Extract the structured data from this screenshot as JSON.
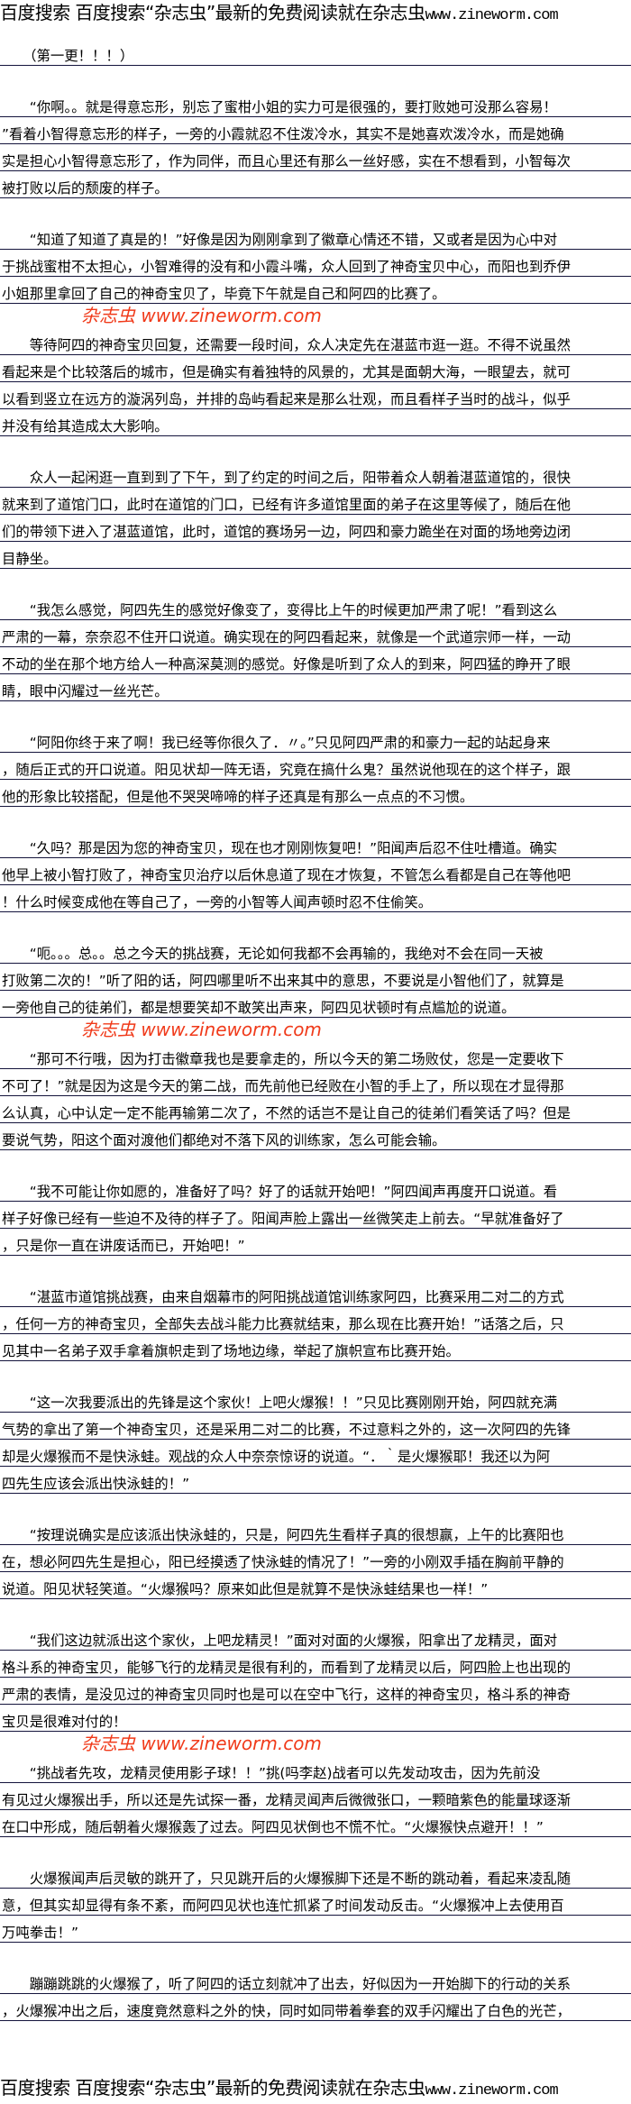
{
  "banner": {
    "text": "百度搜索 百度搜索“杂志虫”最新的免费阅读就在杂志虫",
    "url": "www.zineworm.com"
  },
  "watermark": "杂志虫 www.zineworm.com",
  "colors": {
    "rule": "#14143c",
    "watermark": "#f03a1a"
  },
  "paragraphs": [
    {
      "lines": [
        "　　（第一更！！！）"
      ]
    },
    {
      "lines": [
        "　　“你啊。。就是得意忘形，别忘了蜜柑小姐的实力可是很强的，要打败她可没那么容易！",
        "”看着小智得意忘形的样子，一旁的小霞就忍不住泼冷水，其实不是她喜欢泼冷水，而是她确",
        "实是担心小智得意忘形了，作为同伴，而且心里还有那么一丝好感，实在不想看到，小智每次",
        "被打败以后的颓废的样子。"
      ]
    },
    {
      "lines": [
        "　　“知道了知道了真是的！”好像是因为刚刚拿到了徽章心情还不错，又或者是因为心中对",
        "于挑战蜜柑不太担心，小智难得的没有和小霞斗嘴，众人回到了神奇宝贝中心，而阳也到乔伊",
        "小姐那里拿回了自己的神奇宝贝了，毕竟下午就是自己和阿四的比赛了。"
      ]
    },
    {
      "lines": [
        "　　等待阿四的神奇宝贝回复，还需要一段时间，众人决定先在湛蓝市逛一逛。不得不说虽然",
        "看起来是个比较落后的城市，但是确实有着独特的风景的，尤其是面朝大海，一眼望去，就可",
        "以看到竖立在远方的漩涡列岛，并排的岛屿看起来是那么壮观，而且看样子当时的战斗，似乎",
        "并没有给其造成太大影响。"
      ]
    },
    {
      "lines": [
        "　　众人一起闲逛一直到到了下午，到了约定的时间之后，阳带着众人朝着湛蓝道馆的，很快",
        "就来到了道馆门口，此时在道馆的门口，已经有许多道馆里面的弟子在这里等候了，随后在他",
        "们的带领下进入了湛蓝道馆，此时，道馆的赛场另一边，阿四和豪力跪坐在对面的场地旁边闭",
        "目静坐。"
      ]
    },
    {
      "lines": [
        "　　“我怎么感觉，阿四先生的感觉好像变了，变得比上午的时候更加严肃了呢！”看到这么",
        "严肃的一幕，奈奈忍不住开口说道。确实现在的阿四看起来，就像是一个武道宗师一样，一动",
        "不动的坐在那个地方给人一种高深莫测的感觉。好像是听到了众人的到来，阿四猛的睁开了眼",
        "睛，眼中闪耀过一丝光芒。"
      ]
    },
    {
      "lines": [
        "　　“阿阳你终于来了啊！我已经等你很久了．〃。”只见阿四严肃的和豪力一起的站起身来",
        "，随后正式的开口说道。阳见状却一阵无语，究竟在搞什么鬼？虽然说他现在的这个样子，跟",
        "他的形象比较搭配，但是他不哭哭啼啼的样子还真是有那么一点点的不习惯。"
      ]
    },
    {
      "lines": [
        "　　“久吗？那是因为您的神奇宝贝，现在也才刚刚恢复吧！”阳闻声后忍不住吐槽道。确实",
        "他早上被小智打败了，神奇宝贝治疗以后休息道了现在才恢复，不管怎么看都是自己在等他吧",
        "！什么时候变成他在等自己了，一旁的小智等人闻声顿时忍不住偷笑。"
      ]
    },
    {
      "lines": [
        "　　“呃。。。总。。总之今天的挑战赛，无论如何我都不会再输的，我绝对不会在同一天被",
        "打败第二次的！”听了阳的话，阿四哪里听不出来其中的意思，不要说是小智他们了，就算是",
        "一旁他自己的徒弟们，都是想要笑却不敢笑出声来，阿四见状顿时有点尴尬的说道。"
      ]
    },
    {
      "lines": [
        "　　“那可不行哦，因为打击徽章我也是要拿走的，所以今天的第二场败仗，您是一定要收下",
        "不可了！”就是因为这是今天的第二战，而先前他已经败在小智的手上了，所以现在才显得那",
        "么认真，心中认定一定不能再输第二次了，不然的话岂不是让自己的徒弟们看笑话了吗？但是",
        "要说气势，阳这个面对渡他们都绝对不落下风的训练家，怎么可能会输。"
      ]
    },
    {
      "lines": [
        "　　“我不可能让你如愿的，准备好了吗？好了的话就开始吧！”阿四闻声再度开口说道。看",
        "样子好像已经有一些迫不及待的样子了。阳闻声脸上露出一丝微笑走上前去。“早就准备好了",
        "，只是你一直在讲废话而已，开始吧！”"
      ]
    },
    {
      "lines": [
        "　　“湛蓝市道馆挑战赛，由来自烟幕市的阿阳挑战道馆训练家阿四，比赛采用二对二的方式",
        "，任何一方的神奇宝贝，全部失去战斗能力比赛就结束，那么现在比赛开始！”话落之后，只",
        "见其中一名弟子双手拿着旗帜走到了场地边缘，举起了旗帜宣布比赛开始。"
      ]
    },
    {
      "lines": [
        "　　“这一次我要派出的先锋是这个家伙！上吧火爆猴！！”只见比赛刚刚开始，阿四就充满",
        "气势的拿出了第一个神奇宝贝，还是采用二对二的比赛，不过意料之外的，这一次阿四的先锋",
        "却是火爆猴而不是快泳蛙。观战的众人中奈奈惊讶的说道。“．｀是火爆猴耶！我还以为阿",
        "四先生应该会派出快泳蛙的！”"
      ]
    },
    {
      "lines": [
        "　　“按理说确实是应该派出快泳蛙的，只是，阿四先生看样子真的很想赢，上午的比赛阳也",
        "在，想必阿四先生是担心，阳已经摸透了快泳蛙的情况了！”一旁的小刚双手插在胸前平静的",
        "说道。阳见状轻笑道。“火爆猴吗？原来如此但是就算不是快泳蛙结果也一样！”"
      ]
    },
    {
      "lines": [
        "　　“我们这边就派出这个家伙，上吧龙精灵！”面对对面的火爆猴，阳拿出了龙精灵，面对",
        "格斗系的神奇宝贝，能够飞行的龙精灵是很有利的，而看到了龙精灵以后，阿四脸上也出现的",
        "严肃的表情，是没见过的神奇宝贝同时也是可以在空中飞行，这样的神奇宝贝，格斗系的神奇",
        "宝贝是很难对付的！"
      ]
    },
    {
      "lines": [
        "　　“挑战者先攻，龙精灵使用影子球！！”挑(吗李赵)战者可以先发动攻击，因为先前没",
        "有见过火爆猴出手，所以还是先试探一番，龙精灵闻声后微微张口，一颗暗紫色的能量球逐渐",
        "在口中形成，随后朝着火爆猴轰了过去。阿四见状倒也不慌不忙。“火爆猴快点避开！！”"
      ]
    },
    {
      "lines": [
        "　　火爆猴闻声后灵敏的跳开了，只见跳开后的火爆猴脚下还是不断的跳动着，看起来凌乱随",
        "意，但其实却显得有条不紊，而阿四见状也连忙抓紧了时间发动反击。“火爆猴冲上去使用百",
        "万吨拳击！”"
      ]
    },
    {
      "lines": [
        "　　蹦蹦跳跳的火爆猴了，听了阿四的话立刻就冲了出去，好似因为一开始脚下的行动的关系",
        "，火爆猴冲出之后，速度竟然意料之外的快，同时如同带着拳套的双手闪耀出了白色的光芒，"
      ]
    }
  ]
}
